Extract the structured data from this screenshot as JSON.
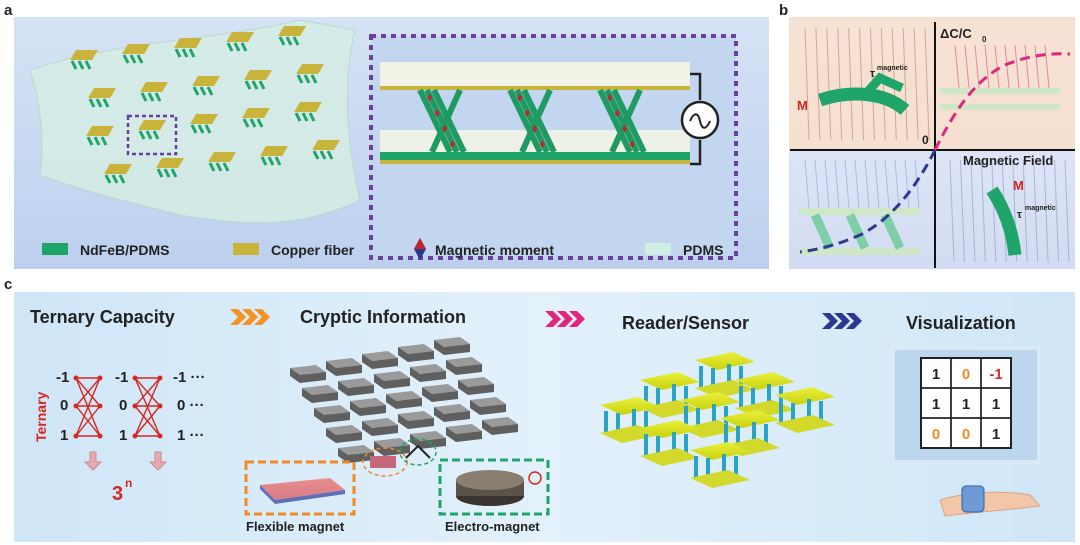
{
  "panel_a": {
    "letter": "a",
    "legend": [
      {
        "label": "NdFeB/PDMS",
        "color": "#1fa56a"
      },
      {
        "label": "Copper fiber",
        "color": "#c9b33a"
      },
      {
        "label": "Magnetic moment",
        "color": "#c0272d"
      },
      {
        "label": "PDMS",
        "color": "#cfeee4"
      }
    ]
  },
  "panel_b": {
    "letter": "b",
    "y_axis_label": "ΔC/C",
    "y_axis_sub": "0",
    "x_axis_label": "Magnetic Field",
    "origin_label": "0",
    "m_label": "M",
    "torque_label": "τ",
    "torque_sup": "magnetic"
  },
  "panel_c": {
    "letter": "c",
    "sections": {
      "ternary_capacity": "Ternary Capacity",
      "cryptic_information": "Cryptic Information",
      "reader_sensor": "Reader/Sensor",
      "visualization": "Visualization"
    },
    "arrow_colors": [
      "#f39325",
      "#e0267f",
      "#2b3a8f"
    ],
    "ternary": {
      "axis_label": "Ternary",
      "col1": [
        "-1",
        "0",
        "1"
      ],
      "col2": [
        "-1",
        "0",
        "1"
      ],
      "col3": [
        "-1 ···",
        "0 ···",
        "1 ···"
      ],
      "capacity": "3",
      "capacity_sup": "n"
    },
    "flexible_magnet_label": "Flexible magnet",
    "electro_magnet_label": "Electro-magnet",
    "grid": [
      [
        "1",
        "0",
        "-1"
      ],
      [
        "1",
        "1",
        "1"
      ],
      [
        "0",
        "0",
        "1"
      ]
    ],
    "grid_colors": {
      "1": "#222222",
      "0": "#f08a24",
      "-1": "#d92b2b"
    }
  }
}
